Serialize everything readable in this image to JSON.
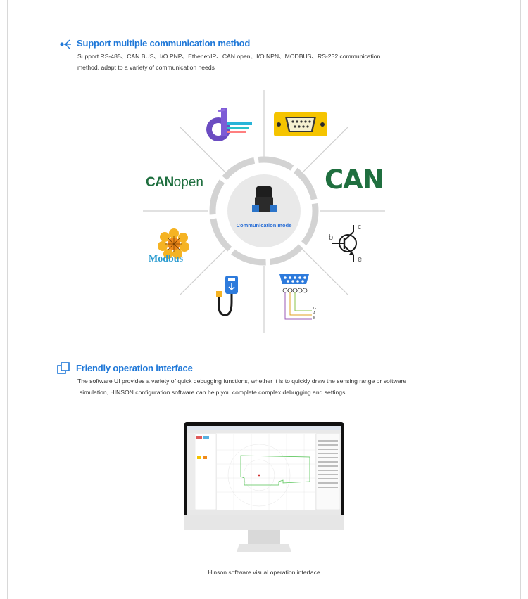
{
  "section1": {
    "title": "Support multiple communication method",
    "body_line1": "Support RS-485、CAN BUS、I/O PNP、Ethenet/IP、CAN open、I/O NPN、MODBUS、RS-232  communication",
    "body_line2": "method, adapt to a variety of communication needs"
  },
  "hub": {
    "center_label": "Communication mode",
    "canopen_can": "CAN",
    "canopen_open": "open",
    "can_logo": "CAN",
    "modbus_label": "Modbus",
    "transistor_b": "b",
    "transistor_c": "c",
    "transistor_e": "e",
    "rs232_g": "G",
    "rs232_a": "A",
    "rs232_b": "B"
  },
  "section2": {
    "title": "Friendly operation interface",
    "body_line1": "The software UI provides a variety of quick debugging functions, whether it is to quickly draw the sensing range or software",
    "body_line2": "simulation, HINSON configuration software can help you complete complex debugging and settings"
  },
  "monitor": {
    "caption": "Hinson software visual operation interface"
  },
  "colors": {
    "accent_blue": "#1f78d8",
    "can_green": "#1f6f3f",
    "connector_yellow": "#f5c400"
  }
}
